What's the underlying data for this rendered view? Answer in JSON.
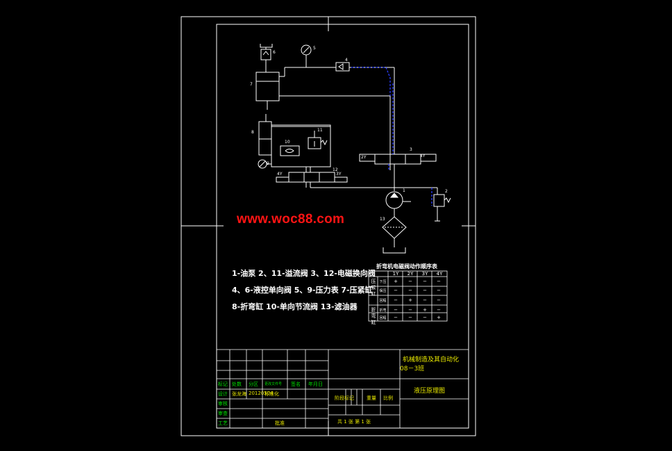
{
  "watermark": "www.woc88.com",
  "component_numbers": [
    "1",
    "2",
    "3",
    "4",
    "5",
    "6",
    "7",
    "8",
    "9",
    "10",
    "11",
    "12",
    "13"
  ],
  "legend": {
    "line1": "1-油泵  2、11-溢流阀  3、12-电磁换向阀",
    "line2": "4、6-液控单向阀  5、9-压力表  7-压紧缸",
    "line3": "8-折弯缸   10-单向节流阀   13-滤油器"
  },
  "valve_labels": {
    "v3_left": "2Y",
    "v3_right": "4Y",
    "v12_left": "4Y",
    "v12_right": "3Y"
  },
  "action_table": {
    "title": "折弯机电磁阀动作顺序表",
    "headers": [
      "",
      "",
      "1Y",
      "2Y",
      "3Y",
      "4Y"
    ],
    "groups": [
      {
        "group": "压紧缸",
        "rows": [
          {
            "label": "下压",
            "cells": [
              "+",
              "−",
              "−",
              "−"
            ]
          },
          {
            "label": "保压",
            "cells": [
              "−",
              "−",
              "−",
              "−"
            ]
          },
          {
            "label": "回程",
            "cells": [
              "−",
              "+",
              "−",
              "−"
            ]
          }
        ]
      },
      {
        "group": "折弯缸",
        "rows": [
          {
            "label": "折弯",
            "cells": [
              "−",
              "−",
              "+",
              "−"
            ]
          },
          {
            "label": "回程",
            "cells": [
              "−",
              "−",
              "−",
              "+"
            ]
          }
        ]
      }
    ]
  },
  "title_block": {
    "project_line1": "机械制造及其自动化",
    "project_line2": "08－3班",
    "drawing_name": "液压原理图",
    "date": "20120504",
    "labels": {
      "mark": "标记",
      "count": "处数",
      "zone": "分区",
      "doc": "更改文件号",
      "sign": "签名",
      "ymd": "年月日",
      "design": "设计",
      "designer": "张龙海",
      "standard": "标准化",
      "check": "审核",
      "review": "审查",
      "process": "工艺",
      "approve": "批准",
      "stage": "阶段标记",
      "weight": "重量",
      "scale": "比例",
      "sheets": "共 1 张  第 1 张"
    }
  }
}
